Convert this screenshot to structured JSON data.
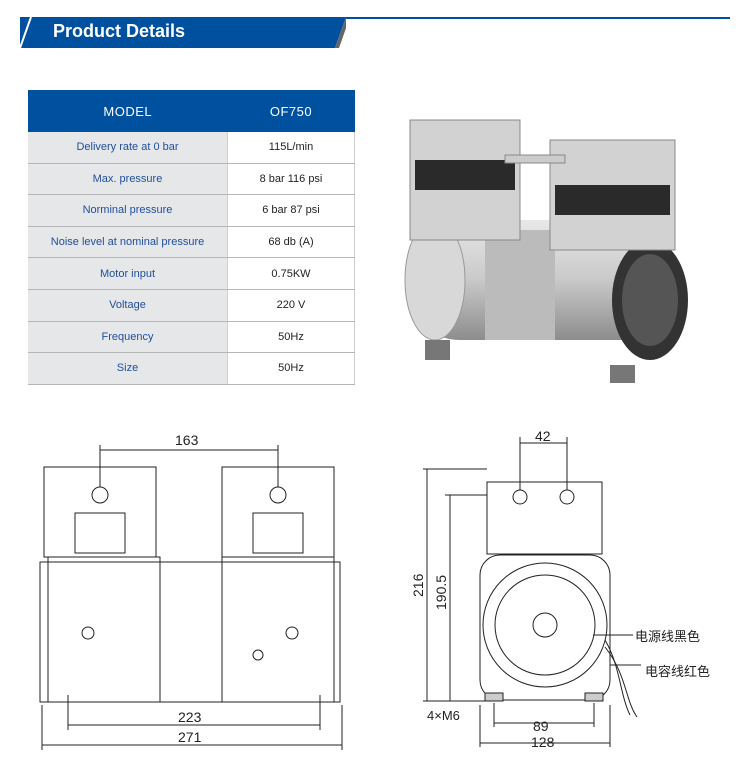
{
  "header": {
    "title": "Product Details"
  },
  "table": {
    "head": [
      "MODEL",
      "OF750"
    ],
    "rows": [
      [
        "Delivery rate at 0 bar",
        "115L/min"
      ],
      [
        "Max. pressure",
        "8 bar 116 psi"
      ],
      [
        "Norminal pressure",
        "6 bar 87 psi"
      ],
      [
        "Noise level at nominal pressure",
        "68 db (A)"
      ],
      [
        "Motor input",
        "0.75KW"
      ],
      [
        "Voltage",
        "220 V"
      ],
      [
        "Frequency",
        "50Hz"
      ],
      [
        "Size",
        "50Hz"
      ]
    ]
  },
  "drawing_front": {
    "dims": [
      "163",
      "223",
      "271"
    ]
  },
  "drawing_side": {
    "dims": [
      "42",
      "216",
      "190.5",
      "4×M6",
      "89",
      "128"
    ],
    "labels": [
      "电源线黑色",
      "电容线红色"
    ]
  },
  "colors": {
    "brand": "#0050a0"
  }
}
